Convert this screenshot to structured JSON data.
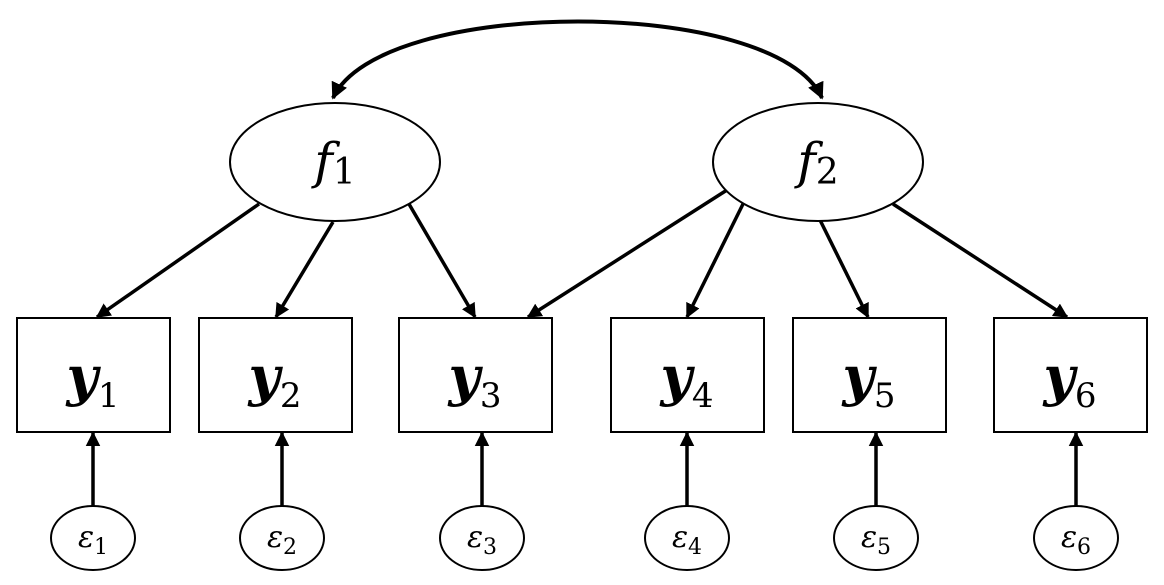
{
  "latent_factors": [
    {
      "id": "f1",
      "symbol": "f",
      "subscript": "1"
    },
    {
      "id": "f2",
      "symbol": "f",
      "subscript": "2"
    }
  ],
  "observed_variables": [
    {
      "id": "y1",
      "symbol": "y",
      "subscript": "1"
    },
    {
      "id": "y2",
      "symbol": "y",
      "subscript": "2"
    },
    {
      "id": "y3",
      "symbol": "y",
      "subscript": "3"
    },
    {
      "id": "y4",
      "symbol": "y",
      "subscript": "4"
    },
    {
      "id": "y5",
      "symbol": "y",
      "subscript": "5"
    },
    {
      "id": "y6",
      "symbol": "y",
      "subscript": "6"
    }
  ],
  "error_terms": [
    {
      "id": "e1",
      "symbol": "ε",
      "subscript": "1",
      "target": "y1"
    },
    {
      "id": "e2",
      "symbol": "ε",
      "subscript": "2",
      "target": "y2"
    },
    {
      "id": "e3",
      "symbol": "ε",
      "subscript": "3",
      "target": "y3"
    },
    {
      "id": "e4",
      "symbol": "ε",
      "subscript": "4",
      "target": "y4"
    },
    {
      "id": "e5",
      "symbol": "ε",
      "subscript": "5",
      "target": "y5"
    },
    {
      "id": "e6",
      "symbol": "ε",
      "subscript": "6",
      "target": "y6"
    }
  ],
  "loadings": [
    {
      "from": "f1",
      "to": "y1"
    },
    {
      "from": "f1",
      "to": "y2"
    },
    {
      "from": "f1",
      "to": "y3"
    },
    {
      "from": "f2",
      "to": "y3"
    },
    {
      "from": "f2",
      "to": "y4"
    },
    {
      "from": "f2",
      "to": "y5"
    },
    {
      "from": "f2",
      "to": "y6"
    }
  ],
  "covariances": [
    {
      "between": [
        "f1",
        "f2"
      ]
    }
  ],
  "colors": {
    "stroke": "#000000",
    "fill": "#ffffff"
  }
}
